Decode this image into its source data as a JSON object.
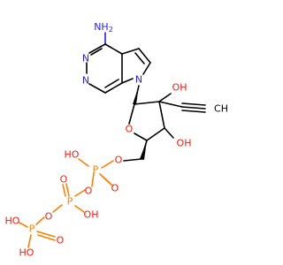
{
  "colors": {
    "nitrogen": "#2020ff",
    "oxygen": "#ff1a0d",
    "phosphorus": "#ff8000",
    "carbon": "#000000",
    "background": "#ffffff"
  },
  "atoms": {
    "amine": "NH",
    "amine_sub": "2",
    "n_ring_top": "N",
    "n_ring_bottom": "N",
    "n_glycosidic": "N",
    "o_ring": "O",
    "oh_c2": "OH",
    "ch_terminal": "CH",
    "oh_c3": "OH",
    "o_ester": "O",
    "p_alpha": "P",
    "ho_alpha": "HO",
    "o_alpha_double": "O",
    "o_bridge_1": "O",
    "p_beta": "P",
    "o_beta_double": "O",
    "oh_beta": "OH",
    "o_bridge_2": "O",
    "p_gamma": "P",
    "o_gamma_double": "O",
    "ho_gamma_top": "HO",
    "ho_gamma_bottom": "HO"
  }
}
